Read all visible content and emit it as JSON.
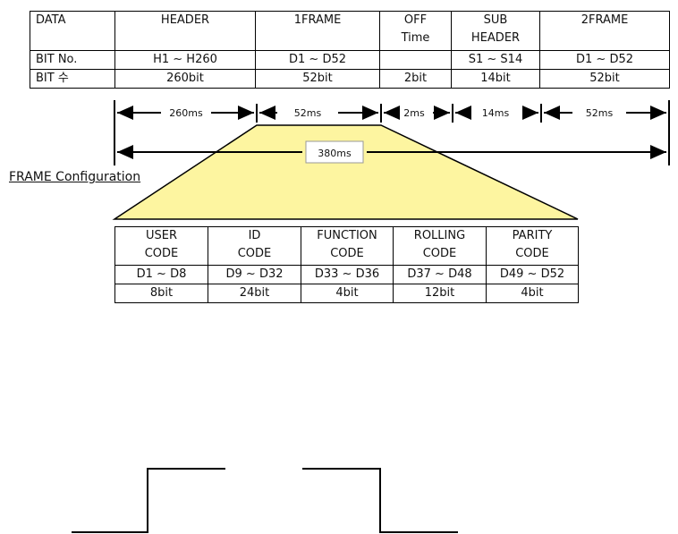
{
  "top_table": {
    "headers": [
      "DATA",
      "HEADER",
      "1FRAME",
      "OFF\nTime",
      "SUB\nHEADER",
      "2FRAME"
    ],
    "rows": [
      [
        "BIT No.",
        "H1 ~ H260",
        "D1 ~ D52",
        "",
        "S1 ~ S14",
        "D1 ~ D52"
      ],
      [
        "BIT 수",
        "260bit",
        "52bit",
        "2bit",
        "14bit",
        "52bit"
      ]
    ]
  },
  "timing": {
    "segments": [
      "260ms",
      "52ms",
      "2ms",
      "14ms",
      "52ms"
    ],
    "total": "380ms"
  },
  "frame_caption": "FRAME Configuration",
  "frame_table": {
    "headers": [
      "USER\nCODE",
      "ID\nCODE",
      "FUNCTION\nCODE",
      "ROLLING\nCODE",
      "PARITY\nCODE"
    ],
    "rows": [
      [
        "D1 ~ D8",
        "D9 ~ D32",
        "D33 ~ D36",
        "D37 ~ D48",
        "D49 ~ D52"
      ],
      [
        "8bit",
        "24bit",
        "4bit",
        "12bit",
        "4bit"
      ]
    ]
  },
  "colors": {
    "trapezoid_fill": "#fdf5a0",
    "line": "#000000"
  }
}
